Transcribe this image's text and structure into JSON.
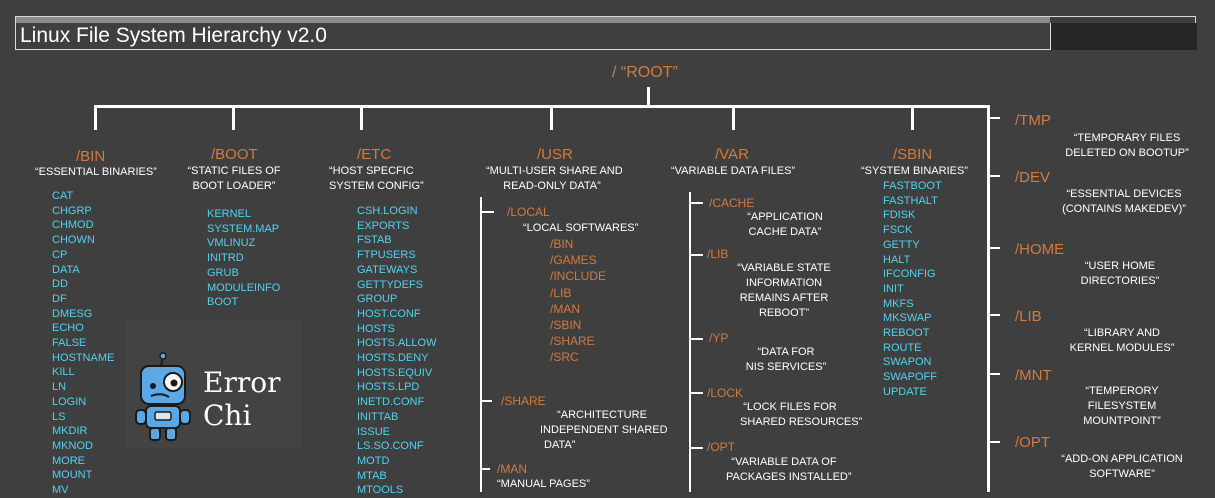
{
  "title": "Linux File System Hierarchy v2.0",
  "root": "/ “ROOT”",
  "columns": {
    "bin": {
      "name": "/BIN",
      "desc": "“ESSENTIAL BINARIES”",
      "items": [
        "CAT",
        "CHGRP",
        "CHMOD",
        "CHOWN",
        "CP",
        "DATA",
        "DD",
        "DF",
        "DMESG",
        "ECHO",
        "FALSE",
        "HOSTNAME",
        "KILL",
        "LN",
        "LOGIN",
        "LS",
        "MKDIR",
        "MKNOD",
        "MORE",
        "MOUNT",
        "MV"
      ]
    },
    "boot": {
      "name": "/BOOT",
      "desc1": "“STATIC FILES OF",
      "desc2": "BOOT LOADER”",
      "items": [
        "KERNEL",
        "SYSTEM.MAP",
        "VMLINUZ",
        "INITRD",
        "GRUB",
        "MODULEINFO",
        "BOOT"
      ]
    },
    "etc": {
      "name": "/ETC",
      "desc1": "“HOST SPECFIC",
      "desc2": "SYSTEM CONFIG”",
      "items": [
        "CSH.LOGIN",
        "EXPORTS",
        "FSTAB",
        "FTPUSERS",
        "GATEWAYS",
        "GETTYDEFS",
        "GROUP",
        "HOST.CONF",
        "HOSTS",
        "HOSTS.ALLOW",
        "HOSTS.DENY",
        "HOSTS.EQUIV",
        "HOSTS.LPD",
        "INETD.CONF",
        "INITTAB",
        "ISSUE",
        "LS.SO.CONF",
        "MOTD",
        "MTAB",
        "MTOOLS"
      ]
    },
    "usr": {
      "name": "/USR",
      "desc1": "“MULTI-USER SHARE AND",
      "desc2": "READ-ONLY DATA”",
      "local": {
        "name": "/LOCAL",
        "desc": "“LOCAL SOFTWARES”",
        "items": [
          "/BIN",
          "/GAMES",
          "/INCLUDE",
          "/LIB",
          "/MAN",
          "/SBIN",
          "/SHARE",
          "/SRC"
        ]
      },
      "share": {
        "name": "/SHARE",
        "desc1": "“ARCHITECTURE",
        "desc2": "INDEPENDENT SHARED",
        "desc3": "DATA”"
      },
      "man": {
        "name": "/MAN",
        "desc": "“MANUAL PAGES”"
      }
    },
    "var": {
      "name": "/VAR",
      "desc": "“VARIABLE DATA FILES”",
      "cache": {
        "name": "/CACHE",
        "desc1": "“APPLICATION",
        "desc2": "CACHE DATA”"
      },
      "lib": {
        "name": "/LIB",
        "desc1": "“VARIABLE STATE",
        "desc2": "INFORMATION",
        "desc3": "REMAINS AFTER",
        "desc4": "REBOOT”"
      },
      "yp": {
        "name": "/YP",
        "desc1": "“DATA FOR",
        "desc2": "NIS SERVICES”"
      },
      "lock": {
        "name": "/LOCK",
        "desc1": "“LOCK FILES FOR",
        "desc2": "SHARED RESOURCES”"
      },
      "opt": {
        "name": "/OPT",
        "desc1": "“VARIABLE DATA OF",
        "desc2": "PACKAGES INSTALLED”"
      }
    },
    "sbin": {
      "name": "/SBIN",
      "desc": "“SYSTEM BINARIES”",
      "items": [
        "FASTBOOT",
        "FASTHALT",
        "FDISK",
        "FSCK",
        "GETTY",
        "HALT",
        "IFCONFIG",
        "INIT",
        "MKFS",
        "MKSWAP",
        "REBOOT",
        "ROUTE",
        "SWAPON",
        "SWAPOFF",
        "UPDATE"
      ]
    }
  },
  "right": {
    "tmp": {
      "name": "/TMP",
      "desc1": "“TEMPORARY FILES",
      "desc2": "DELETED ON BOOTUP”"
    },
    "dev": {
      "name": "/DEV",
      "desc1": "“ESSENTIAL DEVICES",
      "desc2": "(CONTAINS MAKEDEV)”"
    },
    "home": {
      "name": "/HOME",
      "desc1": "“USER HOME",
      "desc2": "DIRECTORIES”"
    },
    "lib": {
      "name": "/LIB",
      "desc1": "“LIBRARY AND",
      "desc2": "KERNEL MODULES”"
    },
    "mnt": {
      "name": "/MNT",
      "desc1": "“TEMPERORY",
      "desc2": "FILESYSTEM",
      "desc3": "MOUNTPOINT”"
    },
    "opt": {
      "name": "/OPT",
      "desc1": "“ADD-ON APPLICATION",
      "desc2": "SOFTWARE”"
    }
  },
  "logo": {
    "line1": "Error",
    "line2": "Chi"
  },
  "colors": {
    "background": "#3f3f3f",
    "directory": "#d27b3d",
    "file": "#4fd3f0",
    "text": "#ffffff"
  }
}
